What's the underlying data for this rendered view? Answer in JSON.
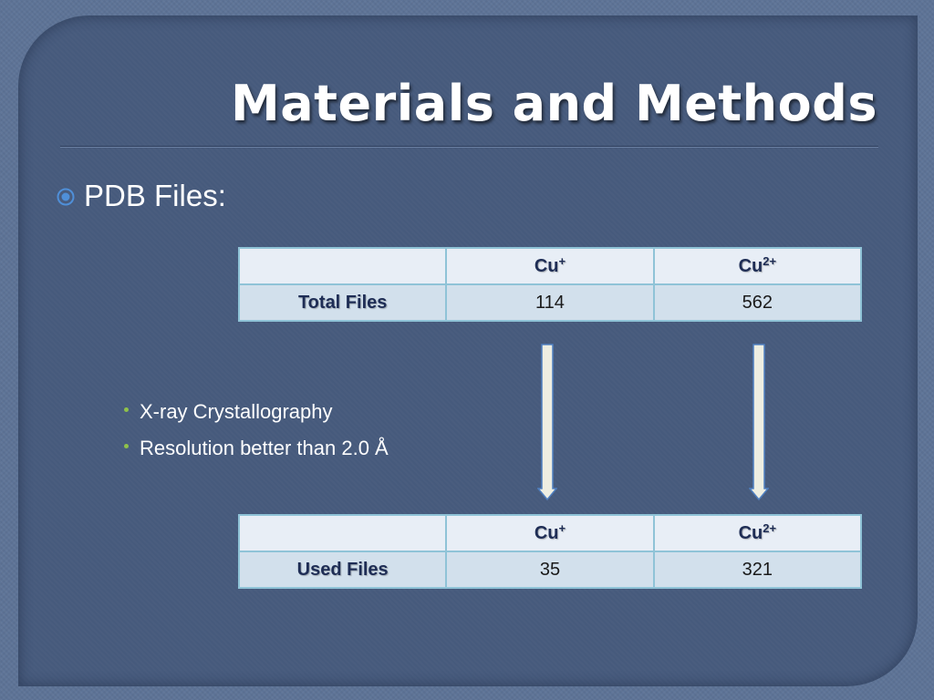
{
  "slide": {
    "title": "Materials and Methods",
    "bullet": "PDB Files:",
    "sub_bullets": [
      "X-ray Crystallography",
      "Resolution better than 2.0 Å"
    ]
  },
  "table_total": {
    "col1": {
      "base": "Cu",
      "sup": "+"
    },
    "col2": {
      "base": "Cu",
      "sup": "2+"
    },
    "row_label": "Total Files",
    "values": [
      "114",
      "562"
    ]
  },
  "table_used": {
    "col1": {
      "base": "Cu",
      "sup": "+"
    },
    "col2": {
      "base": "Cu",
      "sup": "2+"
    },
    "row_label": "Used Files",
    "values": [
      "35",
      "321"
    ]
  },
  "colors": {
    "background": "#5d7396",
    "panel": "#465a7c",
    "bullet_accent": "#4f8fd8",
    "sub_bullet_dot": "#8fc14a",
    "table_border": "#8fc3d7",
    "header_fill": "#e8eef6",
    "row_fill": "#d2e0ec",
    "arrow_fill": "#eeeee2"
  },
  "icons": {
    "main_bullet": "target-icon",
    "arrows": "arrow-down-icon"
  }
}
